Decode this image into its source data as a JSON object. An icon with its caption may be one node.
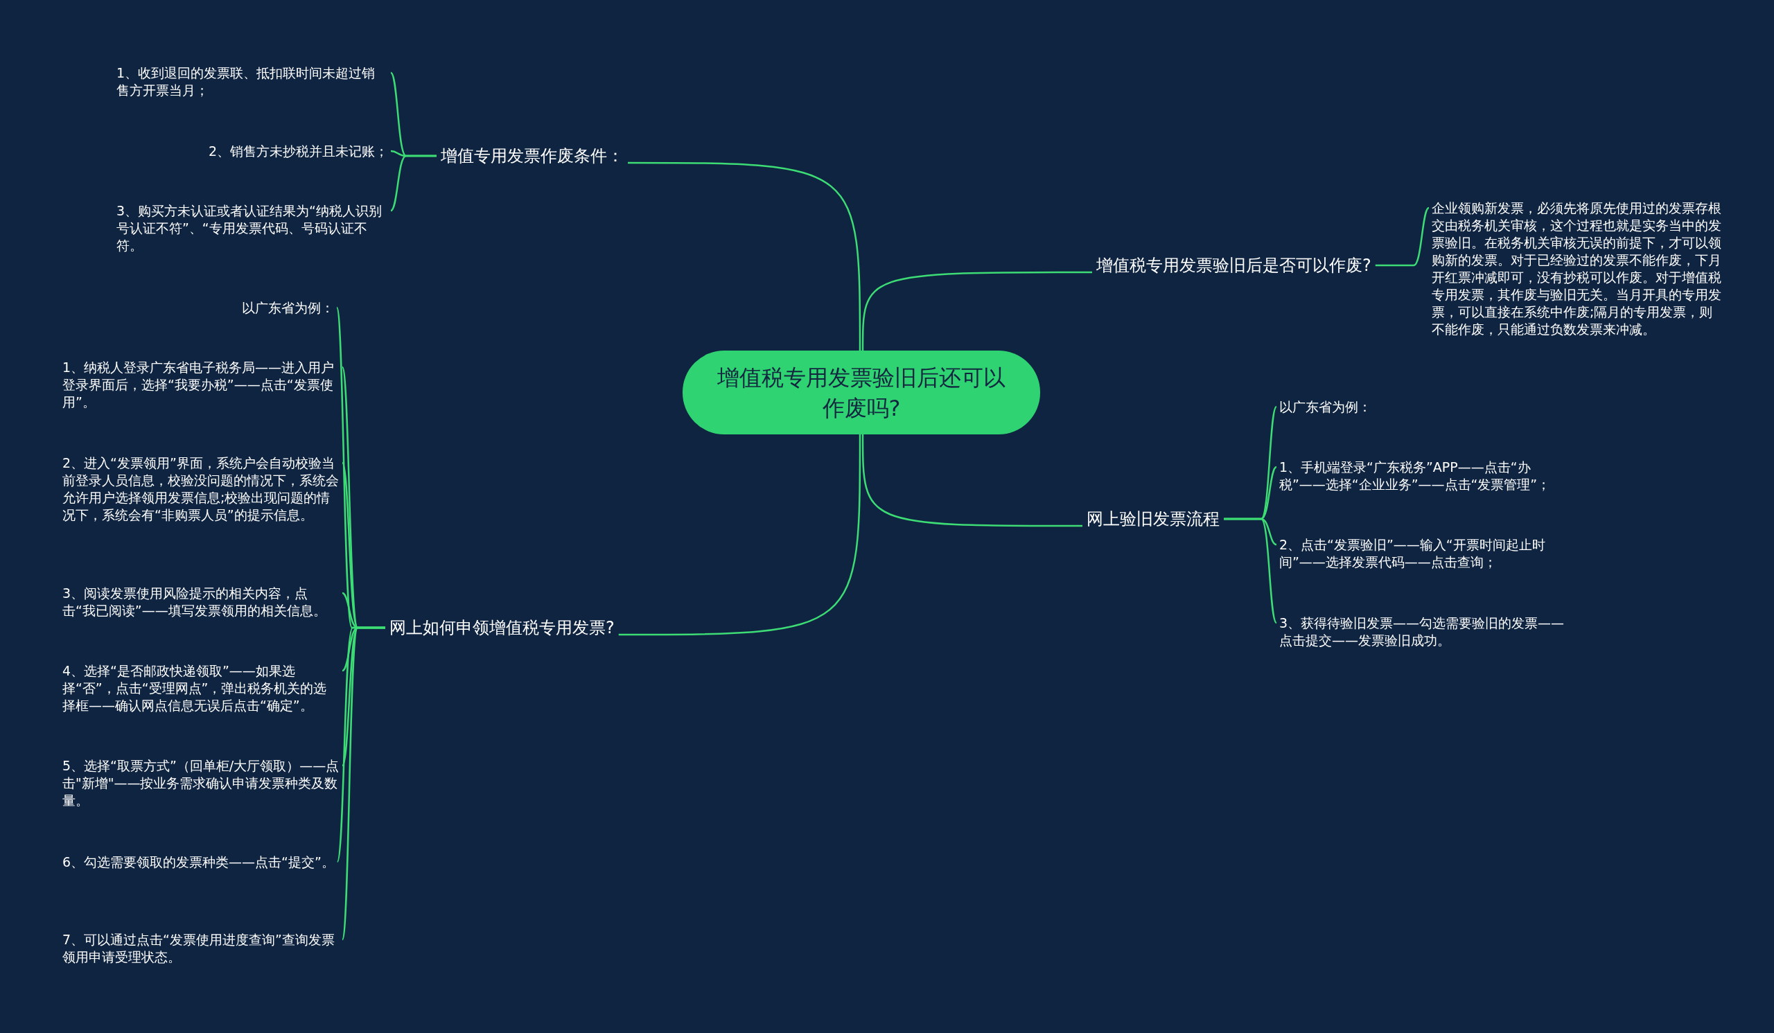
{
  "diagram": {
    "nodes": [
      {
        "text": [
          "增值税专用发票验旧后还可以作废吗?"
        ]
      },
      {
        "text": [
          "增值专用发票作废条件："
        ]
      },
      {
        "text": [
          "1、收到退回的发票联、抵扣联时间未超过销售方开票当月；"
        ]
      },
      {
        "text": [
          "2、销售方未抄税并且未记账；"
        ]
      },
      {
        "text": [
          "3、购买方未认证或者认证结果为“纳税人识别号认证不符”、“专用发票代码、号码认证不符。"
        ]
      },
      {
        "text": [
          "网上如何申领增值税专用发票?"
        ]
      },
      {
        "text": [
          "以广东省为例："
        ]
      },
      {
        "text": [
          "1、纳税人登录广东省电子税务局——进入用户登录界面后，选择“我要办税”——点击“发票使用”。"
        ]
      },
      {
        "text": [
          "2、进入“发票领用”界面，系统户会自动校验当前登录人员信息，校验没问题的情况下，系统会允许用户选择领用发票信息;校验出现问题的情况下，系统会有“非购票人员”的提示信息。"
        ]
      },
      {
        "text": [
          "3、阅读发票使用风险提示的相关内容，点击“我已阅读”——填写发票领用的相关信息。"
        ]
      },
      {
        "text": [
          "4、选择“是否邮政快递领取”——如果选择“否”，点击“受理网点”，弹出税务机关的选择框——确认网点信息无误后点击“确定”。"
        ]
      },
      {
        "text": [
          "5、选择“取票方式”（回单柜/大厅领取）——点击\"新增\"——按业务需求确认申请发票种类及数量。"
        ]
      },
      {
        "text": [
          "6、勾选需要领取的发票种类——点击“提交”。"
        ]
      },
      {
        "text": [
          "7、可以通过点击“发票使用进度查询”查询发票领用申请受理状态。"
        ]
      },
      {
        "text": [
          "增值税专用发票验旧后是否可以作废?"
        ]
      },
      {
        "text": [
          "企业领购新发票，必须先将原先使用过的发票存根交由税务机关审核，这个过程也就是实务当中的发票验旧。在税务机关审核无误的前提下，才可以领购新的发票。对于已经验过的发票不能作废，下月开红票冲减即可，没有抄税可以作废。对于增值税专用发票，其作废与验旧无关。当月开具的专用发票，可以直接在系统中作废;隔月的专用发票，则不能作废，只能通过负数发票来冲减。"
        ]
      },
      {
        "text": [
          "网上验旧发票流程"
        ]
      },
      {
        "text": [
          "以广东省为例："
        ]
      },
      {
        "text": [
          "1、手机端登录“广东税务”APP——点击“办税”——选择“企业业务”——点击“发票管理”；"
        ]
      },
      {
        "text": [
          "2、点击“发票验旧”——输入“开票时间起止时间”——选择发票代码——点击查询；"
        ]
      },
      {
        "text": [
          "3、获得待验旧发票——勾选需要验旧的发票——点击提交——发票验旧成功。"
        ]
      }
    ],
    "edges": [
      {
        "from": 0,
        "to": 1,
        "arrow": "none"
      },
      {
        "from": 1,
        "to": 2,
        "arrow": "none"
      },
      {
        "from": 1,
        "to": 3,
        "arrow": "none"
      },
      {
        "from": 1,
        "to": 4,
        "arrow": "none"
      },
      {
        "from": 0,
        "to": 5,
        "arrow": "none"
      },
      {
        "from": 5,
        "to": 6,
        "arrow": "none"
      },
      {
        "from": 5,
        "to": 7,
        "arrow": "none"
      },
      {
        "from": 5,
        "to": 8,
        "arrow": "none"
      },
      {
        "from": 5,
        "to": 9,
        "arrow": "none"
      },
      {
        "from": 5,
        "to": 10,
        "arrow": "none"
      },
      {
        "from": 5,
        "to": 11,
        "arrow": "none"
      },
      {
        "from": 5,
        "to": 12,
        "arrow": "none"
      },
      {
        "from": 5,
        "to": 13,
        "arrow": "none"
      },
      {
        "from": 0,
        "to": 14,
        "arrow": "none"
      },
      {
        "from": 14,
        "to": 15,
        "arrow": "none"
      },
      {
        "from": 0,
        "to": 16,
        "arrow": "none"
      },
      {
        "from": 16,
        "to": 17,
        "arrow": "none"
      },
      {
        "from": 16,
        "to": 18,
        "arrow": "none"
      },
      {
        "from": 16,
        "to": 19,
        "arrow": "none"
      },
      {
        "from": 16,
        "to": 20,
        "arrow": "none"
      }
    ]
  }
}
